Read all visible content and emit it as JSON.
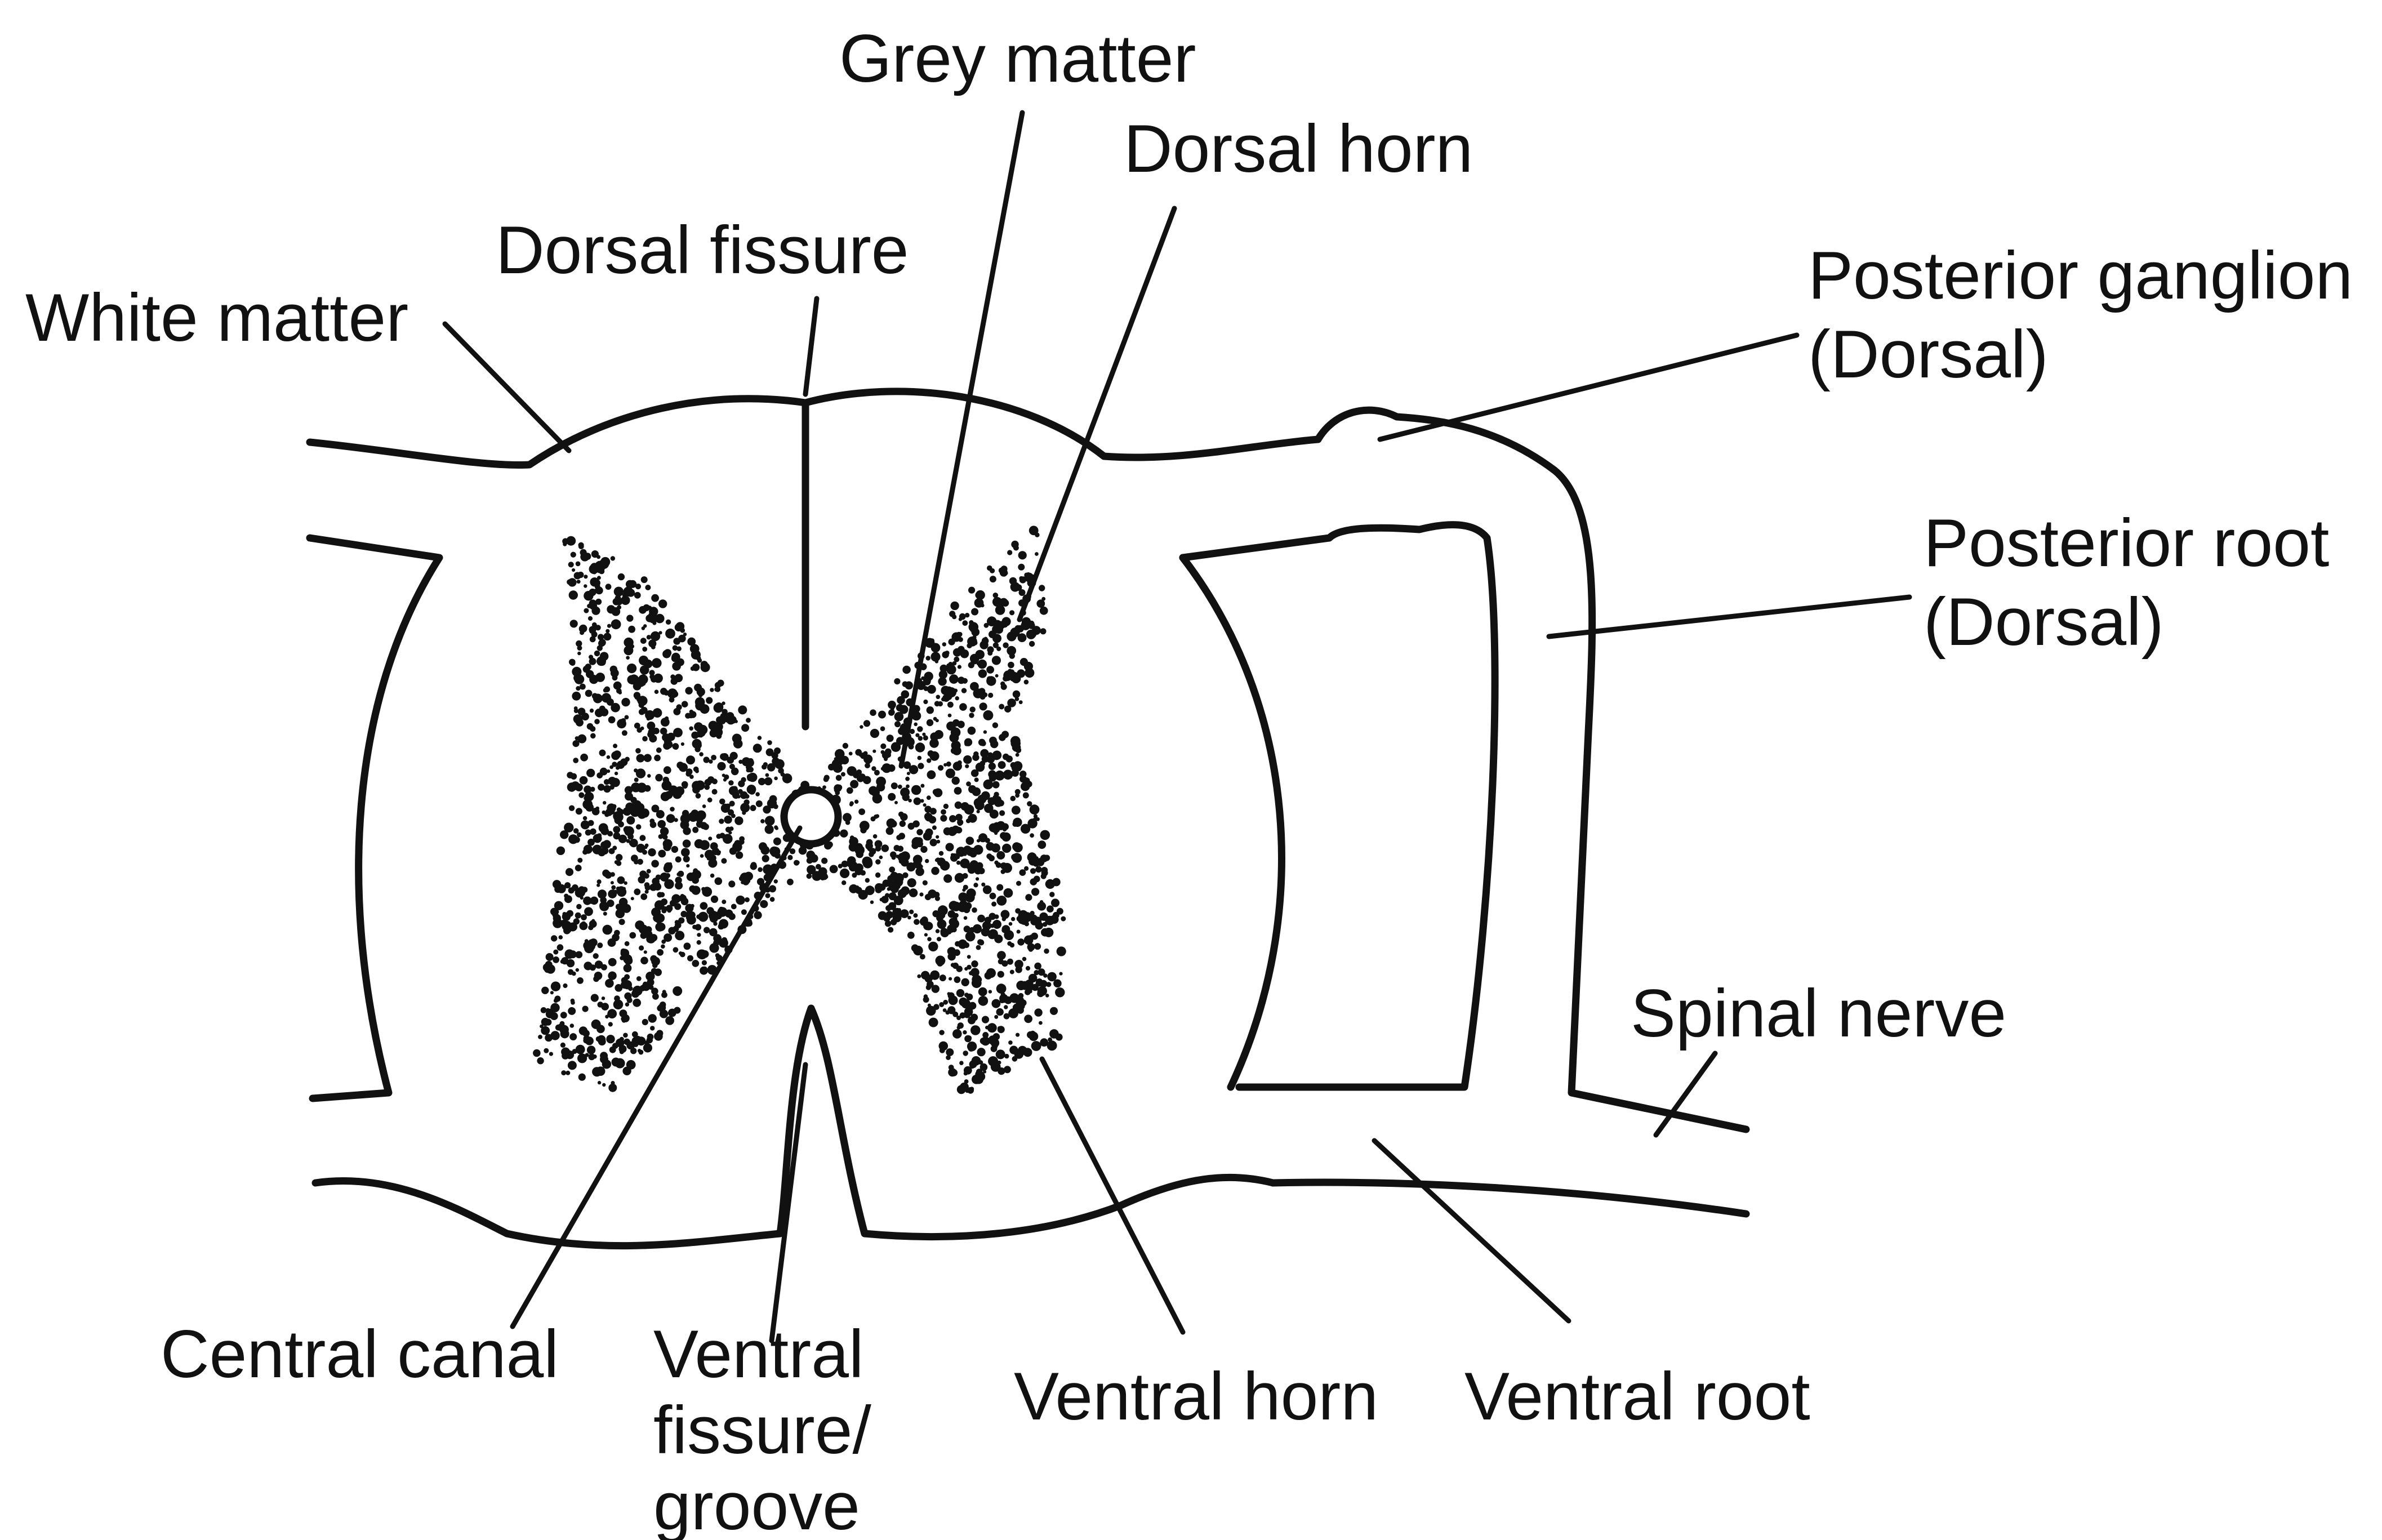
{
  "labels": {
    "grey_matter": "Grey matter",
    "dorsal_horn": "Dorsal horn",
    "dorsal_fissure": "Dorsal fissure",
    "white_matter": "White matter",
    "posterior_ganglion_line1": "Posterior ganglion",
    "posterior_ganglion_line2": "(Dorsal)",
    "posterior_root_line1": "Posterior root",
    "posterior_root_line2": "(Dorsal)",
    "spinal_nerve": "Spinal nerve",
    "central_canal": "Central canal",
    "ventral_fissure_line1": "Ventral",
    "ventral_fissure_line2": "fissure/",
    "ventral_fissure_line3": "groove",
    "ventral_horn": "Ventral horn",
    "ventral_root": "Ventral root"
  },
  "colors": {
    "ink": "#111111",
    "background": "#ffffff"
  }
}
